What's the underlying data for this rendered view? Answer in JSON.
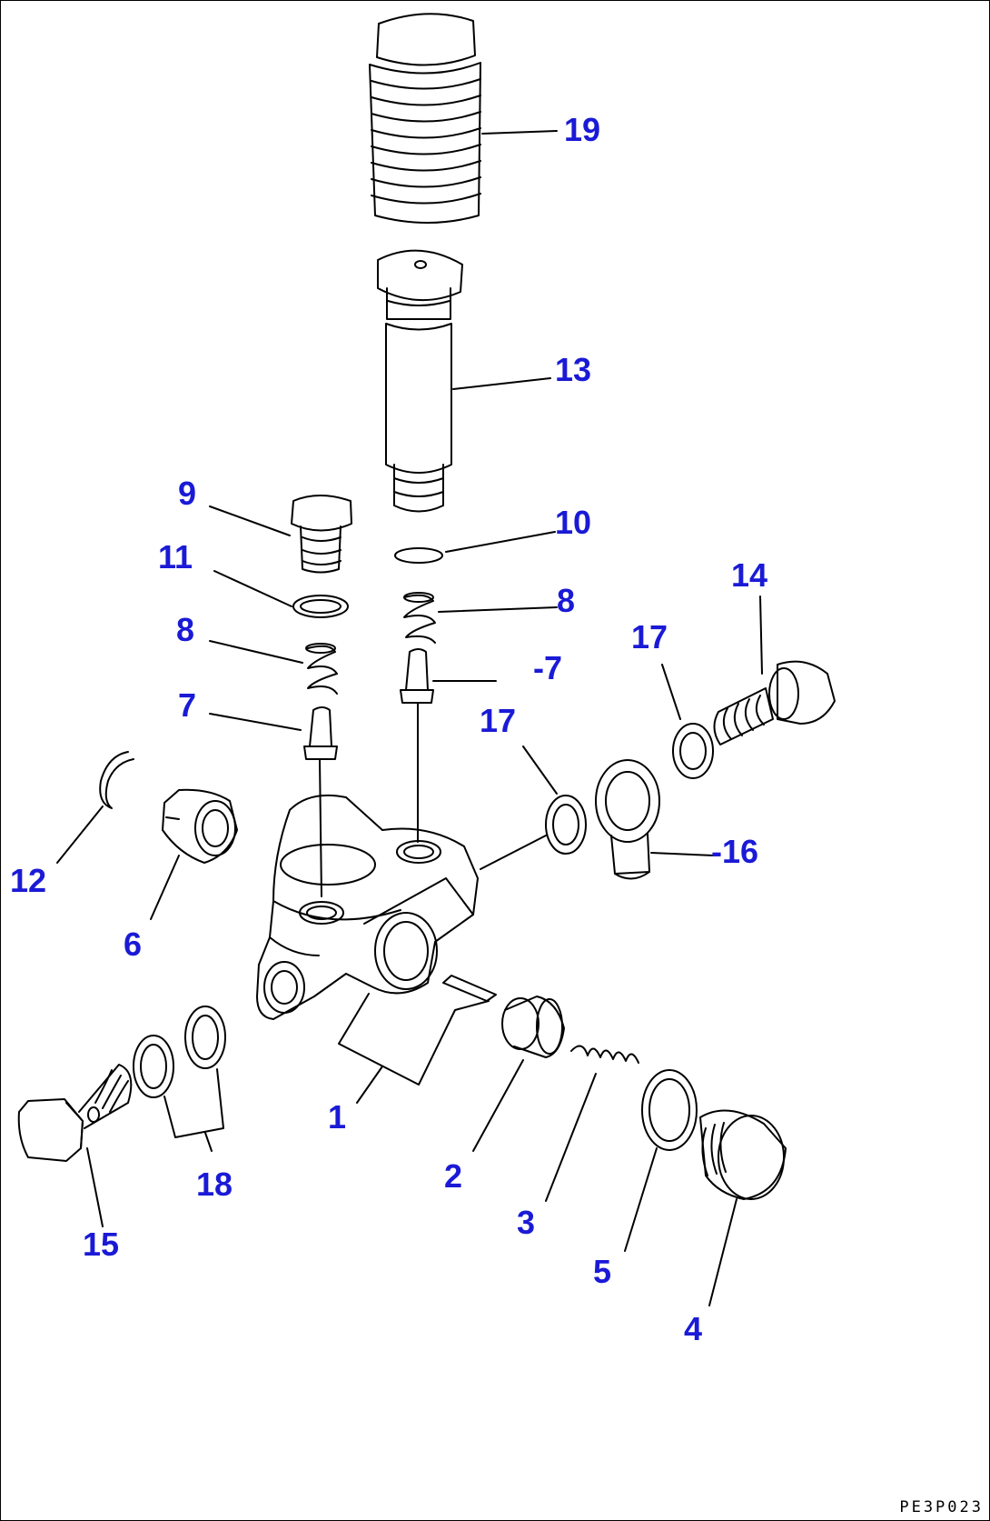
{
  "drawing_code": "PE3P023",
  "callout_color": "#1a1ad6",
  "line_color": "#000000",
  "callouts": [
    {
      "id": "c19",
      "text": "19"
    },
    {
      "id": "c13",
      "text": "13"
    },
    {
      "id": "c9",
      "text": "9"
    },
    {
      "id": "c10",
      "text": "10"
    },
    {
      "id": "c11",
      "text": "11"
    },
    {
      "id": "c14",
      "text": "14"
    },
    {
      "id": "c8a",
      "text": "8"
    },
    {
      "id": "c8b",
      "text": "8"
    },
    {
      "id": "c17a",
      "text": "17"
    },
    {
      "id": "c7a",
      "text": "7"
    },
    {
      "id": "c7b",
      "text": "-7"
    },
    {
      "id": "c17b",
      "text": "17"
    },
    {
      "id": "c12",
      "text": "12"
    },
    {
      "id": "c16",
      "text": "-16"
    },
    {
      "id": "c6",
      "text": "6"
    },
    {
      "id": "c1",
      "text": "1"
    },
    {
      "id": "c18",
      "text": "18"
    },
    {
      "id": "c2",
      "text": "2"
    },
    {
      "id": "c15",
      "text": "15"
    },
    {
      "id": "c3",
      "text": "3"
    },
    {
      "id": "c5",
      "text": "5"
    },
    {
      "id": "c4",
      "text": "4"
    }
  ]
}
